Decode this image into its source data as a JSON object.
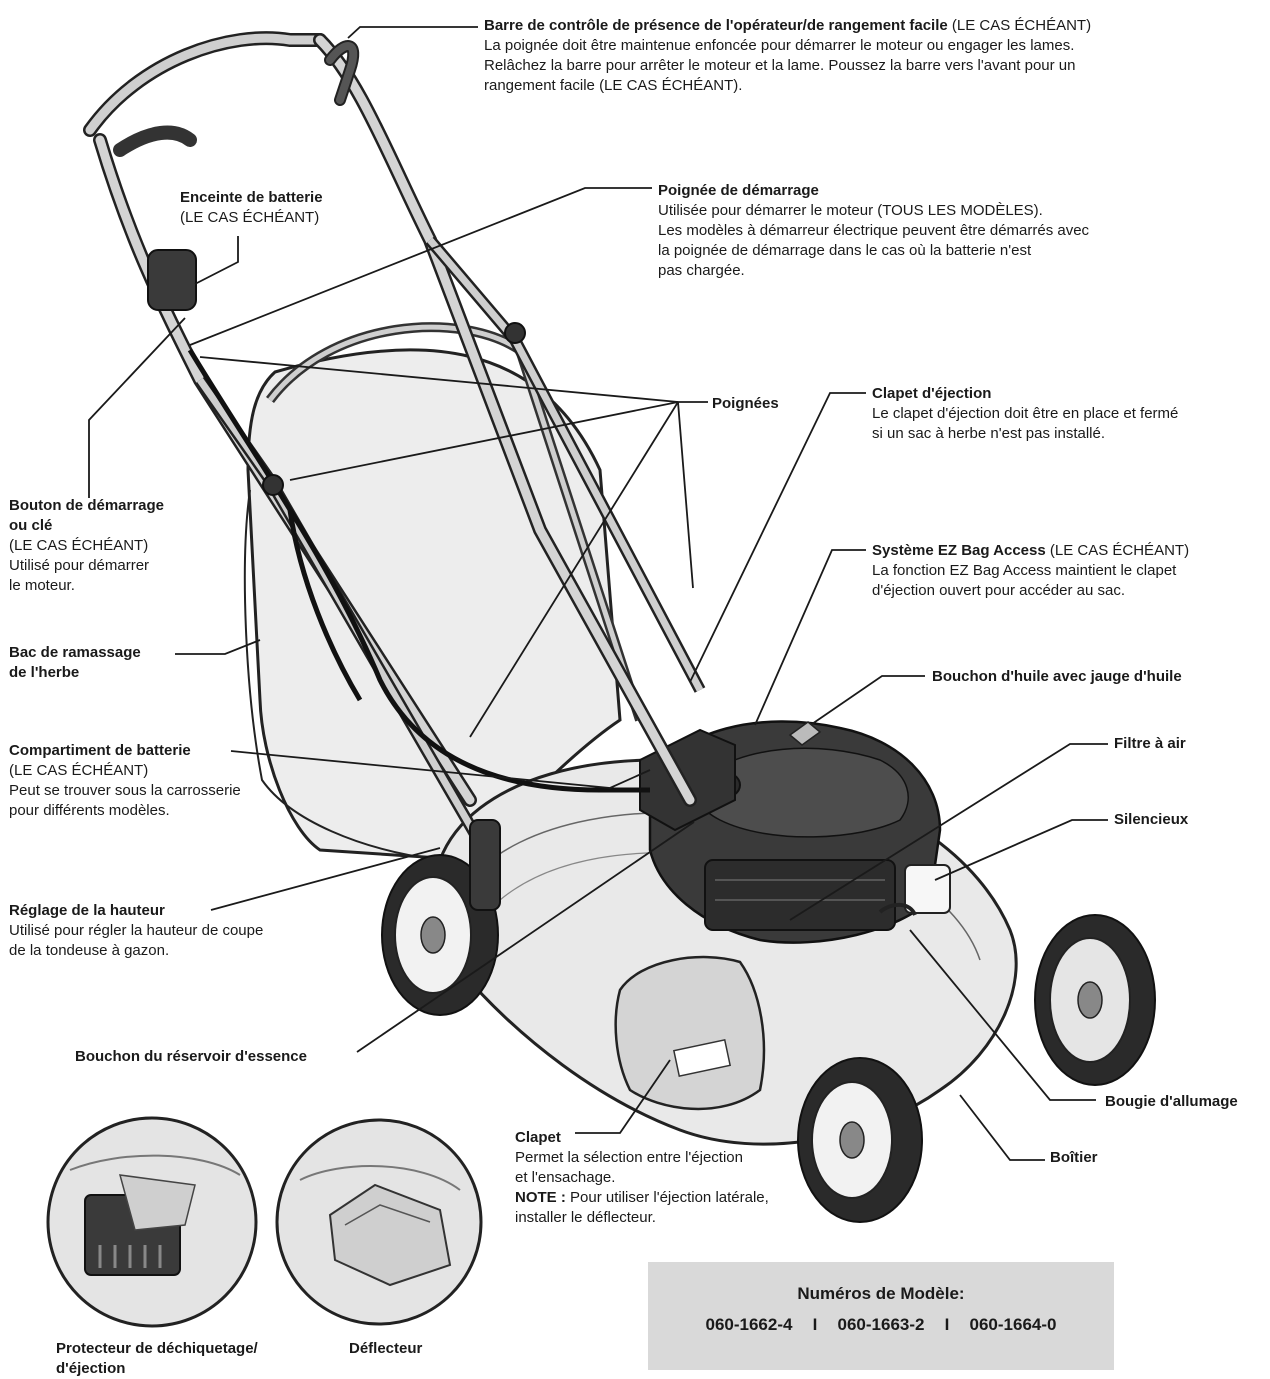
{
  "labels": {
    "presence_bar": {
      "title": "Barre de contrôle de présence de l'opérateur/de rangement facile",
      "title_suffix": " (LE CAS ÉCHÉANT)",
      "lines": [
        "La poignée doit être maintenue enfoncée pour démarrer le moteur ou engager les lames.",
        "Relâchez la barre pour arrêter le moteur et la lame. Poussez la barre vers l'avant pour un",
        "rangement facile (LE CAS ÉCHÉANT)."
      ]
    },
    "battery_enclosure": {
      "title": "Enceinte de batterie",
      "lines": [
        "(LE CAS ÉCHÉANT)"
      ]
    },
    "starter_handle": {
      "title": "Poignée de démarrage",
      "lines": [
        "Utilisée pour démarrer le moteur (TOUS LES MODÈLES).",
        "Les modèles à démarreur électrique peuvent être démarrés avec",
        "la poignée de démarrage dans le cas où la batterie n'est",
        "pas chargée."
      ]
    },
    "handles": {
      "title": "Poignées"
    },
    "discharge_door": {
      "title": "Clapet d'éjection",
      "lines": [
        "Le clapet d'éjection doit être en place et fermé",
        "si un sac à herbe n'est pas installé."
      ]
    },
    "start_button": {
      "title_lines": [
        "Bouton de démarrage",
        "ou clé"
      ],
      "lines": [
        "(LE CAS ÉCHÉANT)",
        "Utilisé pour démarrer",
        "le moteur."
      ]
    },
    "ez_bag": {
      "title": "Système EZ Bag Access",
      "title_suffix": " (LE CAS ÉCHÉANT)",
      "lines": [
        "La fonction EZ Bag Access maintient le clapet",
        "d'éjection ouvert pour accéder au sac."
      ]
    },
    "grass_bag": {
      "title_lines": [
        "Bac de ramassage",
        "de l'herbe"
      ]
    },
    "oil_cap": {
      "title": "Bouchon d'huile avec jauge d'huile"
    },
    "battery_compartment": {
      "title": "Compartiment de batterie",
      "lines": [
        "(LE CAS ÉCHÉANT)",
        "Peut se trouver sous la carrosserie",
        "pour différents modèles."
      ]
    },
    "air_filter": {
      "title": "Filtre à air"
    },
    "muffler": {
      "title": "Silencieux"
    },
    "height_adjust": {
      "title": "Réglage de la hauteur",
      "lines": [
        "Utilisé pour régler la hauteur de coupe",
        "de la tondeuse à gazon."
      ]
    },
    "fuel_cap": {
      "title": "Bouchon du réservoir d'essence"
    },
    "spark_plug": {
      "title": "Bougie d'allumage"
    },
    "flap": {
      "title": "Clapet",
      "lines": [
        "Permet la sélection entre l'éjection",
        "et l'ensachage."
      ],
      "note_label": "NOTE :",
      "note_lines": [
        " Pour utiliser l'éjection latérale,",
        "installer le déflecteur."
      ]
    },
    "housing": {
      "title": "Boîtier"
    },
    "mulch_guard": {
      "title_lines": [
        "Protecteur de déchiquetage/",
        "d'éjection"
      ]
    },
    "deflector": {
      "title": "Déflecteur"
    }
  },
  "models": {
    "title": "Numéros de Modèle:",
    "numbers": "060-1662-4   I   060-1663-2   I   060-1664-0"
  }
}
